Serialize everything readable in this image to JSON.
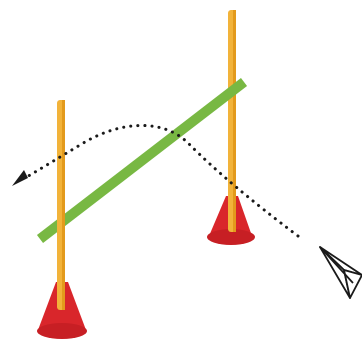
{
  "diagram": {
    "elements": [
      "hurdle-post-left",
      "hurdle-post-right",
      "cone-left",
      "cone-right",
      "crossbar",
      "flight-path",
      "paper-plane"
    ],
    "colors": {
      "background": "#ffffff",
      "post": "#f2b33a",
      "post_edge": "#e39a1c",
      "cone": "#d9262b",
      "cone_shadow": "#a8181c",
      "crossbar": "#78b843",
      "path": "#1a1a1a",
      "plane_stroke": "#1a1a1a",
      "plane_fill": "#ffffff"
    },
    "icons": {
      "arrowhead": "arrowhead-icon",
      "plane": "paper-plane-icon"
    }
  }
}
